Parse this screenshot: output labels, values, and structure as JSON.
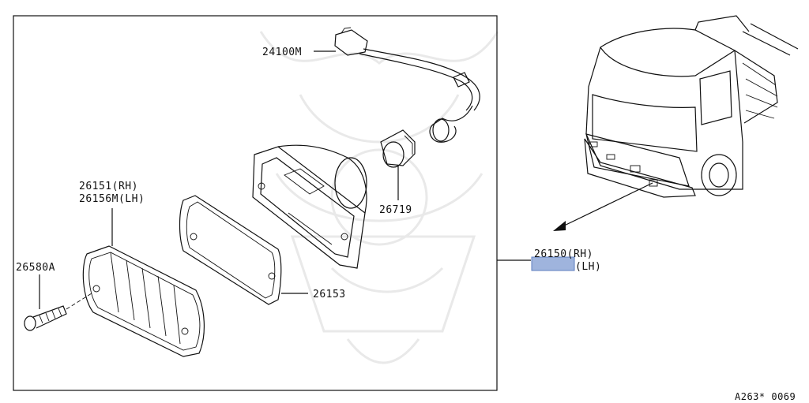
{
  "diagram": {
    "labels": {
      "harness": "24100M",
      "bulb": "26719",
      "lens_rh": "26151(RH)",
      "lens_lh": "26156M(LH)",
      "screw": "26580A",
      "gasket": "26153",
      "assembly_rh": "26150(RH)",
      "assembly_lh": "(LH)",
      "figure_code": "A263* 0069"
    },
    "colors": {
      "line": "#111111",
      "highlight": "#9fb4dd",
      "watermark": "#e9e9e9"
    }
  }
}
